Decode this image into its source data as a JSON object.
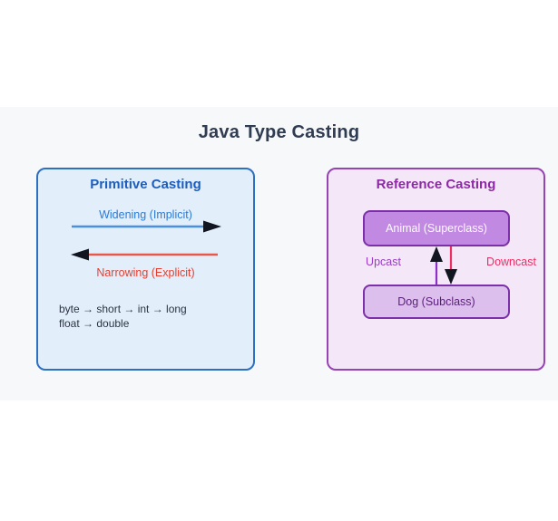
{
  "title": "Java Type Casting",
  "primitive_card": {
    "heading": "Primitive Casting",
    "widening_label": "Widening (Implicit)",
    "narrowing_label": "Narrowing (Explicit)",
    "code_lines": [
      "byte → short → int → long",
      "float → double"
    ]
  },
  "reference_card": {
    "heading": "Reference Casting",
    "superclass_label": "Animal (Superclass)",
    "subclass_label": "Dog (Subclass)",
    "upcast_label": "Upcast",
    "downcast_label": "Downcast"
  },
  "colors": {
    "page_bg": "#ffffff",
    "band_bg": "#f7f8fa",
    "title_text": "#303c52",
    "arrowhead": "#10151f",
    "primitive": {
      "card_bg": "#e2effb",
      "card_border": "#2d6fc0",
      "heading": "#1c5dc0",
      "widening": "#2d7ad4",
      "widening_arrow": "#4a90e2",
      "narrowing": "#e53e30",
      "narrowing_arrow": "#e85848",
      "code_text": "#2b3442"
    },
    "reference": {
      "card_bg": "#f4e7f8",
      "card_border": "#9643b3",
      "heading": "#8e28a6",
      "node_border": "#7b2fa8",
      "superclass_bg": "#c289e2",
      "superclass_text": "#fdfbff",
      "subclass_bg": "#dcbfec",
      "subclass_text": "#5a1f78",
      "upcast": "#9a3cc6",
      "upcast_arrow": "#8f2fc9",
      "downcast": "#ee2d62",
      "downcast_arrow": "#ee2d62"
    }
  }
}
